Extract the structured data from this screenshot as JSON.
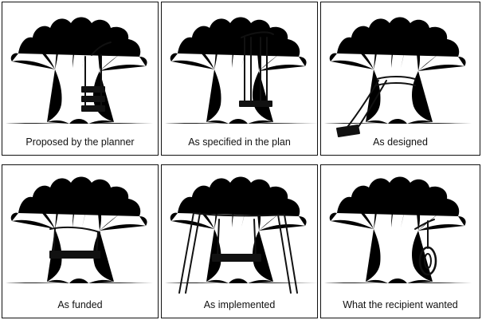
{
  "panels": [
    {
      "caption": "Proposed by the planner"
    },
    {
      "caption": "As specified in the plan"
    },
    {
      "caption": "As designed"
    },
    {
      "caption": "As funded"
    },
    {
      "caption": "As implemented"
    },
    {
      "caption": "What the recipient wanted"
    }
  ]
}
